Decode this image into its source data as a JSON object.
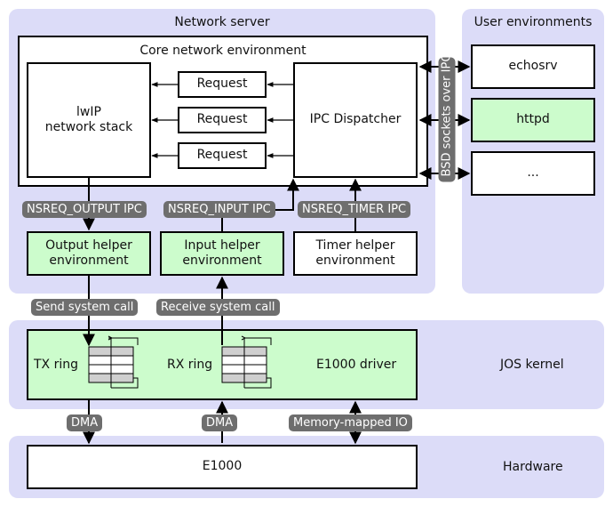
{
  "regions": {
    "network_server": "Network server",
    "user_envs": "User environments",
    "jos_kernel": "JOS kernel",
    "hardware": "Hardware"
  },
  "core": {
    "title": "Core network environment",
    "lwip_line1": "lwIP",
    "lwip_line2": "network stack",
    "request": "Request",
    "dispatcher": "IPC Dispatcher"
  },
  "bsd_sockets": "BSD sockets over IPC",
  "user_envs": [
    "echosrv",
    "httpd",
    "..."
  ],
  "ipc_tags": {
    "output": "NSREQ_OUTPUT IPC",
    "input": "NSREQ_INPUT IPC",
    "timer": "NSREQ_TIMER IPC"
  },
  "helpers": {
    "output_l1": "Output helper",
    "output_l2": "environment",
    "input_l1": "Input helper",
    "input_l2": "environment",
    "timer_l1": "Timer helper",
    "timer_l2": "environment"
  },
  "syscalls": {
    "send": "Send system call",
    "receive": "Receive system call"
  },
  "kernel": {
    "tx_ring": "TX ring",
    "rx_ring": "RX ring",
    "driver": "E1000 driver"
  },
  "bus": {
    "dma_tx": "DMA",
    "dma_rx": "DMA",
    "mmio": "Memory-mapped IO"
  },
  "hardware_device": "E1000",
  "colors": {
    "region_bg": "#dcdcf8",
    "green": "#ccfccc",
    "tag_bg": "#6e6e6e"
  }
}
